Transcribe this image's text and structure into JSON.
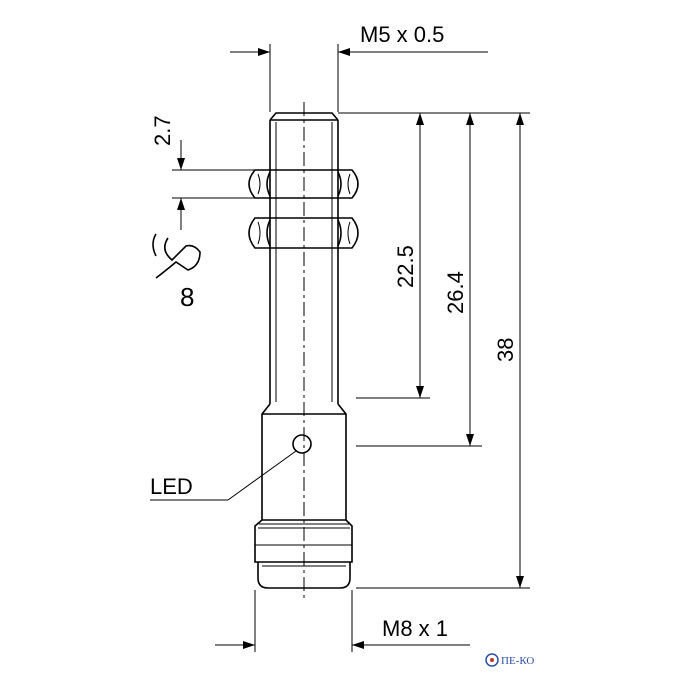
{
  "dimensions": {
    "thread_top": "M5 x 0.5",
    "thread_bottom": "M8 x 1",
    "nut_thickness": "2.7",
    "wrench_size": "8",
    "length_22_5": "22.5",
    "length_26_4": "26.4",
    "total_length": "38"
  },
  "labels": {
    "led": "LED"
  },
  "logo": {
    "text": "ПЕ-КО",
    "color": "#2b4fa8"
  }
}
